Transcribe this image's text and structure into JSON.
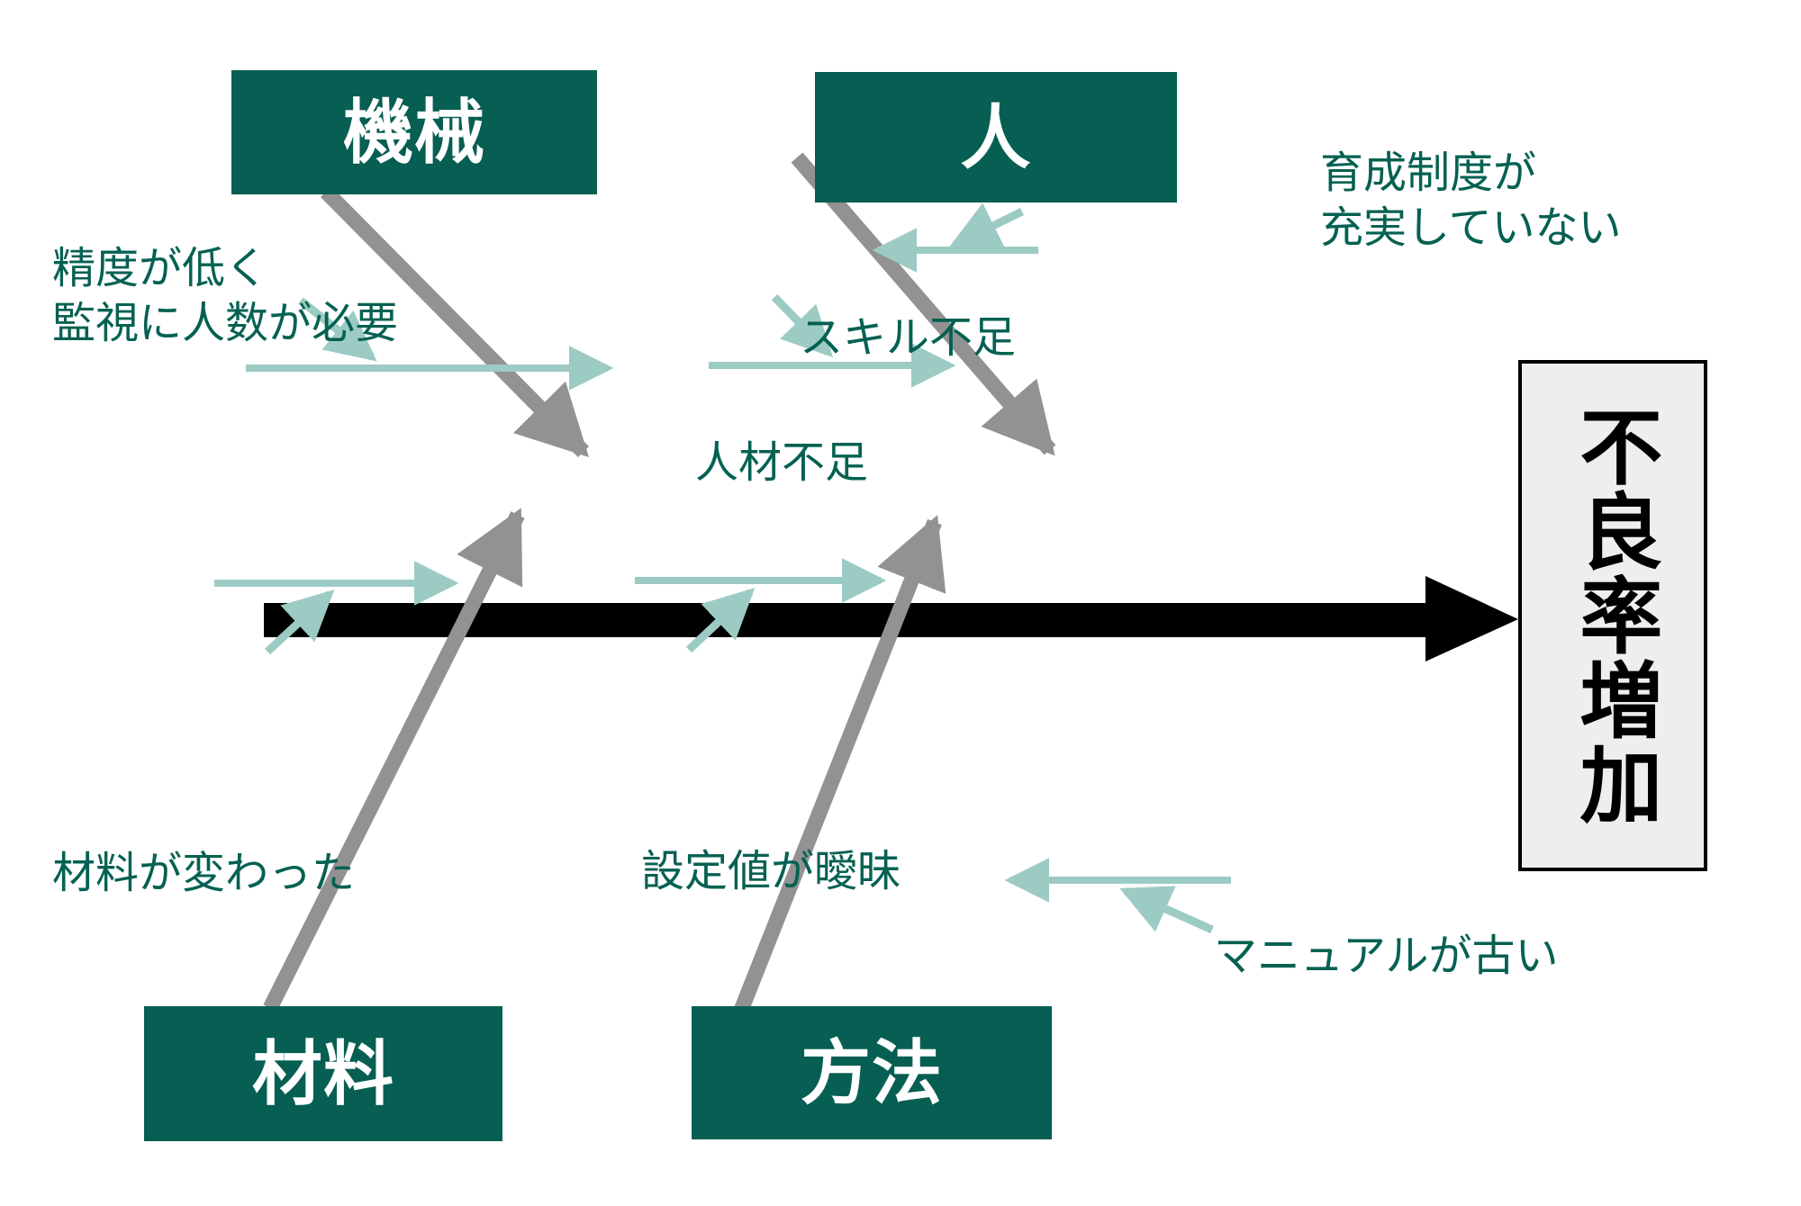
{
  "diagram": {
    "type": "fishbone-ishikawa",
    "effect": {
      "label": "不良率増加"
    },
    "colors": {
      "category_box_fill": "#065f52",
      "category_box_text": "#ffffff",
      "effect_box_fill": "#eeeeee",
      "effect_box_border": "#000000",
      "spine": "#000000",
      "main_bone": "#929292",
      "sub_arrow": "#9ccbc4",
      "cause_text": "#056152",
      "background": "#ffffff"
    },
    "categories": [
      {
        "id": "machine",
        "label": "機械",
        "position": "top-left"
      },
      {
        "id": "person",
        "label": "人",
        "position": "top-right"
      },
      {
        "id": "material",
        "label": "材料",
        "position": "bottom-left"
      },
      {
        "id": "method",
        "label": "方法",
        "position": "bottom-right"
      }
    ],
    "causes": [
      {
        "id": "machine-accuracy",
        "category": "machine",
        "label": "精度が低く\n監視に人数が必要"
      },
      {
        "id": "person-skill",
        "category": "person",
        "label": "スキル不足"
      },
      {
        "id": "person-shortage",
        "category": "person",
        "label": "人材不足"
      },
      {
        "id": "person-training",
        "category": "person",
        "label": "育成制度が\n充実していない"
      },
      {
        "id": "material-changed",
        "category": "material",
        "label": "材料が変わった"
      },
      {
        "id": "method-setting",
        "category": "method",
        "label": "設定値が曖昧"
      },
      {
        "id": "method-manual",
        "category": "method",
        "label": "マニュアルが古い"
      }
    ]
  }
}
